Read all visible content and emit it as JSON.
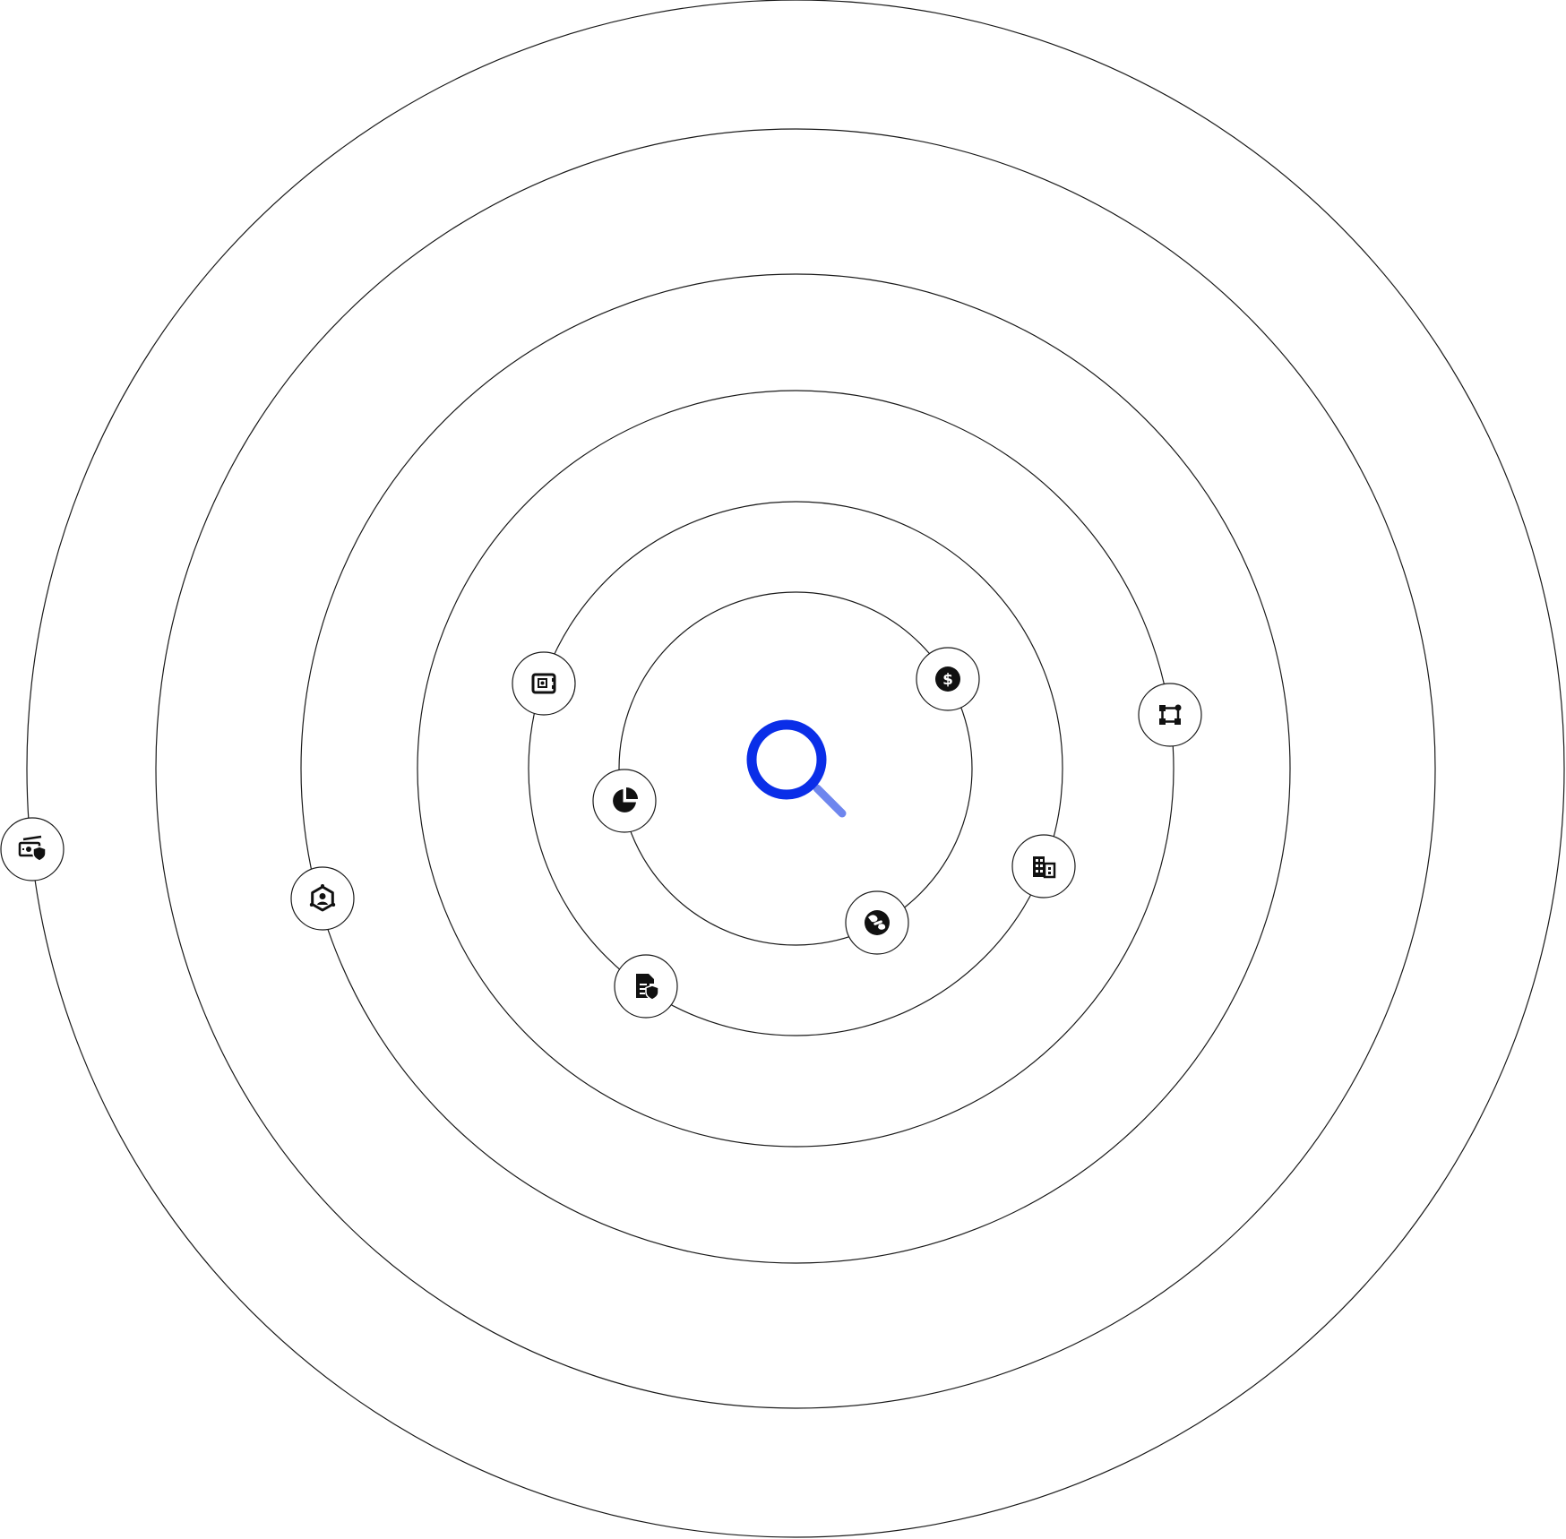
{
  "diagram": {
    "center_icon": "search-icon",
    "colors": {
      "background": "#ffffff",
      "ring_stroke": "#1a1a1a",
      "icon": "#111111",
      "search_ring": "#0a2ee8",
      "search_handle": "#6e86ee"
    },
    "rings": [
      {
        "name": "ring-1"
      },
      {
        "name": "ring-2"
      },
      {
        "name": "ring-3"
      },
      {
        "name": "ring-4"
      },
      {
        "name": "ring-5"
      },
      {
        "name": "ring-6"
      }
    ],
    "nodes": [
      {
        "icon": "dollar-coin-icon"
      },
      {
        "icon": "pie-chart-icon"
      },
      {
        "icon": "globe-handshake-icon"
      },
      {
        "icon": "safe-vault-icon"
      },
      {
        "icon": "document-shield-icon"
      },
      {
        "icon": "office-building-icon"
      },
      {
        "icon": "workflow-nodes-icon"
      },
      {
        "icon": "user-hexagon-icon"
      },
      {
        "icon": "cash-shield-icon"
      }
    ]
  }
}
